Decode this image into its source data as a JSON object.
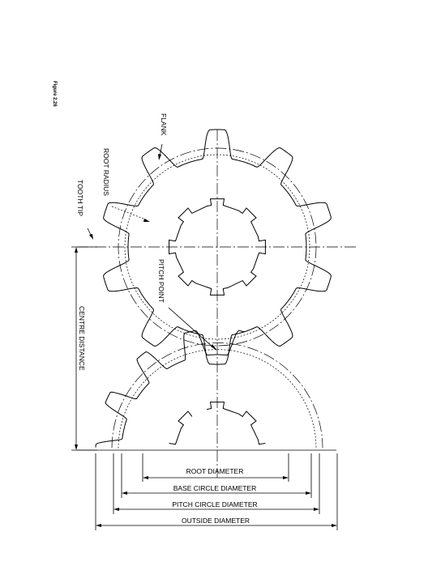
{
  "figure": {
    "label": "Figure 2.26"
  },
  "labels": {
    "flank": "FLANK",
    "root_radius": "ROOT RADIUS",
    "tooth_tip": "TOOTH TIP",
    "pitch_point": "PITCH POINT",
    "centre_distance": "CENTRE DISTANCE",
    "root_diameter": "ROOT DIAMETER",
    "base_circle_diameter": "BASE CIRCLE DIAMETER",
    "pitch_circle_diameter": "PITCH CIRCLE DIAMETER",
    "outside_diameter": "OUTSIDE DIAMETER"
  },
  "colors": {
    "ink": "#000000",
    "paper": "#ffffff"
  }
}
